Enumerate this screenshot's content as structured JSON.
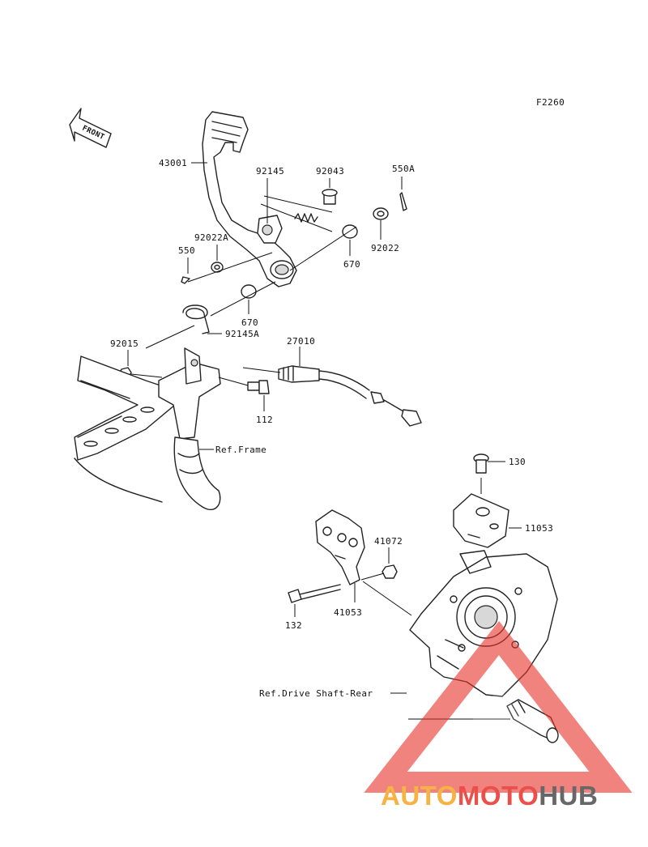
{
  "figure_code": "F2260",
  "front_label": "FRONT",
  "parts": {
    "p43001": "43001",
    "p92145": "92145",
    "p92043": "92043",
    "p550A": "550A",
    "p92022A": "92022A",
    "p550": "550",
    "p670a": "670",
    "p92022": "92022",
    "p670b": "670",
    "p92145A": "92145A",
    "p92015": "92015",
    "p27010": "27010",
    "p112": "112",
    "pRefFrame": "Ref.Frame",
    "p130": "130",
    "p11053": "11053",
    "p41072": "41072",
    "p132": "132",
    "p41053": "41053",
    "pRefDrive": "Ref.Drive Shaft-Rear"
  },
  "watermark": {
    "part1": "AUTO",
    "part2": "MOTO",
    "part3": "HUB",
    "colors": {
      "orange": "#f5a623",
      "red": "#e8312a",
      "gray": "#4d4d4d",
      "triangle": "#e8312a"
    }
  }
}
